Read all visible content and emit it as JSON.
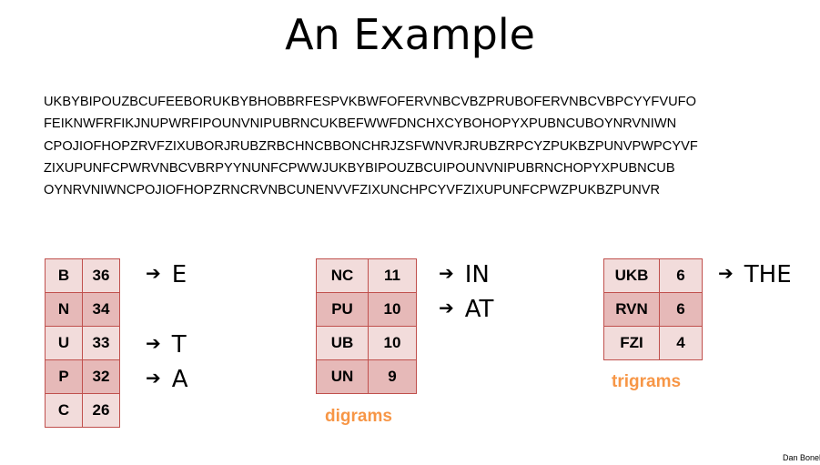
{
  "title": "An Example",
  "ciphertext": [
    "UKBYBIPOUZBCUFEEBORUKBYBHOBBRFESPVKBWFOFERVNBCVBZPRUBOFERVNBCVBPCYYFVUFO",
    "FEIKNWFRFIKJNUPWRFIPOUNVNIPUBRNCUKBEFWWFDNCHXCYBOHOPYXPUBNCUBOYNRVNIWN",
    "CPOJIOFHOPZRVFZIXUBORJRUBZRBCHNCBBONCHRJZSFWNVRJRUBZRPCYZPUKBZPUNVPWPCYVF",
    "ZIXUPUNFCPWRVNBCVBRPYYNUNFCPWWJUKBYBIPOUZBCUIPOUNVNIPUBRNCHOPYXPUBNCUB",
    "OYNRVNIWNCPOJIOFHOPZRNCRVNBCUNENVVFZIXUNCHPCYVFZIXUPUNFCPWZPUKBZPUNVR"
  ],
  "unigrams": [
    {
      "letter": "B",
      "count": "36"
    },
    {
      "letter": "N",
      "count": "34"
    },
    {
      "letter": "U",
      "count": "33"
    },
    {
      "letter": "P",
      "count": "32"
    },
    {
      "letter": "C",
      "count": "26"
    }
  ],
  "unigram_guesses": {
    "B": "E",
    "U": "T",
    "P": "A"
  },
  "digrams": [
    {
      "pair": "NC",
      "count": "11"
    },
    {
      "pair": "PU",
      "count": "10"
    },
    {
      "pair": "UB",
      "count": "10"
    },
    {
      "pair": "UN",
      "count": "9"
    }
  ],
  "digram_guesses": {
    "NC": "IN",
    "PU": "AT"
  },
  "digrams_caption": "digrams",
  "trigrams": [
    {
      "triple": "UKB",
      "count": "6"
    },
    {
      "triple": "RVN",
      "count": "6"
    },
    {
      "triple": "FZI",
      "count": "4"
    }
  ],
  "trigram_guesses": {
    "UKB": "THE"
  },
  "trigrams_caption": "trigrams",
  "arrow_glyph": "➔",
  "author": "Dan Boneh",
  "colors": {
    "table_border": "#c0504d",
    "row_light": "#f2dcdb",
    "row_dark": "#e6b9b8",
    "caption": "#f79646"
  }
}
